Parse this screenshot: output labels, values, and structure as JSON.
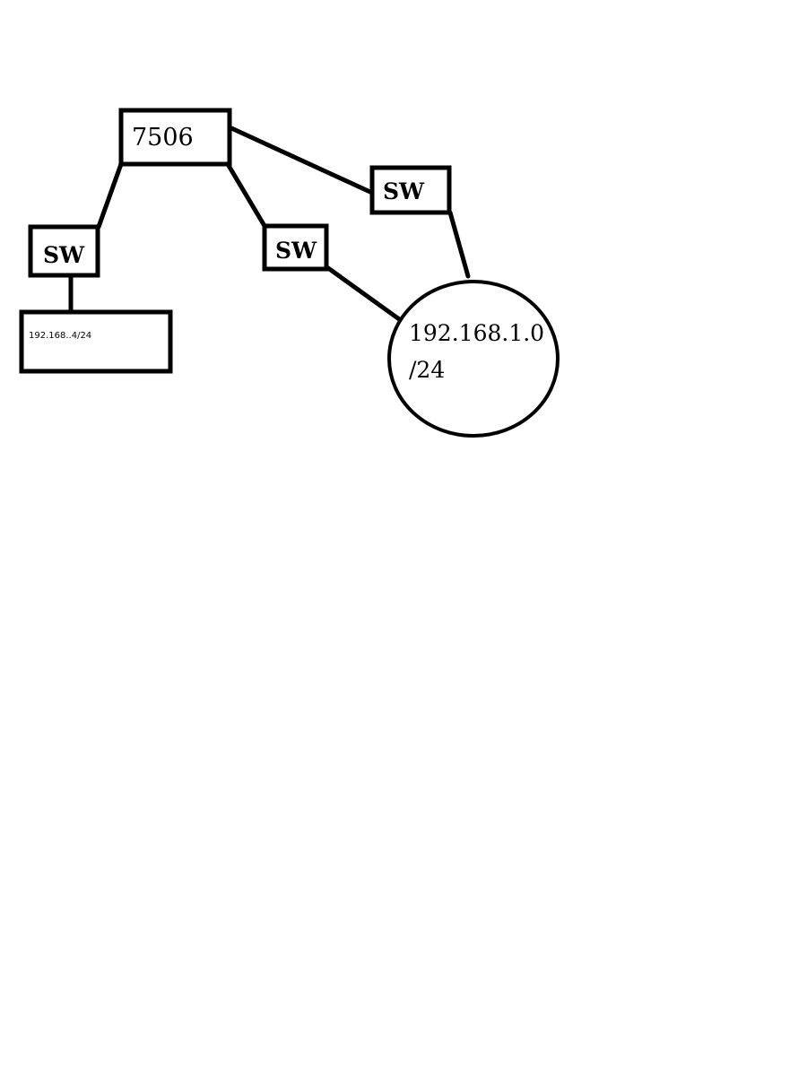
{
  "diagram": {
    "router": {
      "label": "7506"
    },
    "switch_left": {
      "label": "SW"
    },
    "switch_middle": {
      "label": "SW"
    },
    "switch_right": {
      "label": "SW"
    },
    "subnet_left": {
      "label": "192.168..4/24"
    },
    "subnet_right": {
      "line1": "192.168.1.0",
      "line2": "/24"
    }
  }
}
